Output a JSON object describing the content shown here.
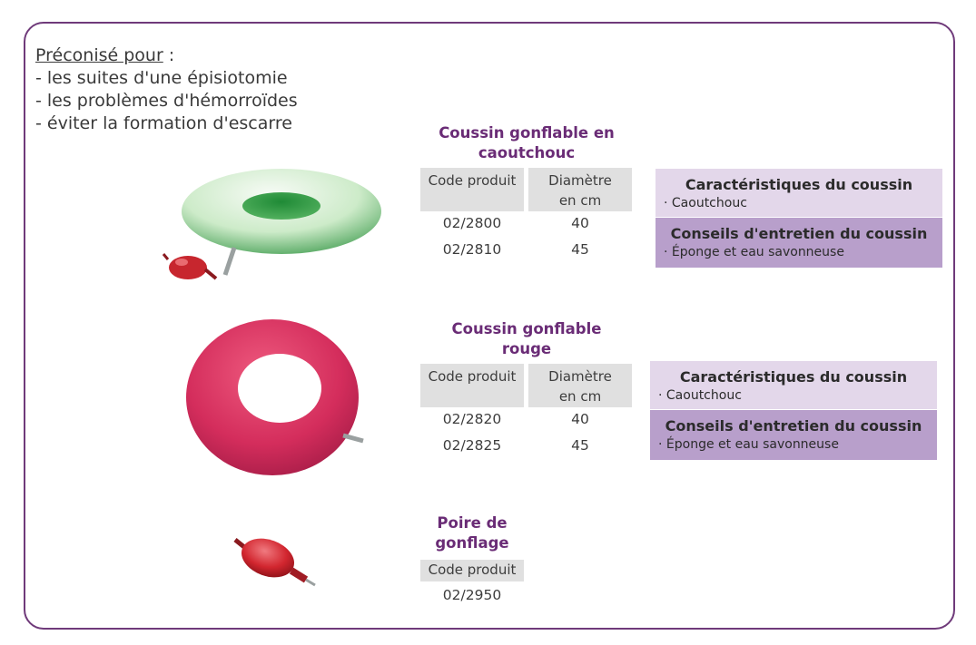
{
  "intro": {
    "heading": "Préconisé pour",
    "heading_suffix": " :",
    "items": [
      "- les suites d'une épisiotomie",
      "- les problèmes d'hémorroïdes",
      "- éviter la formation d'escarre"
    ]
  },
  "products": [
    {
      "title_line1": "Coussin gonflable en",
      "title_line2": "caoutchouc",
      "col_code": "Code produit",
      "col_diam_line1": "Diamètre",
      "col_diam_line2": "en cm",
      "rows": [
        {
          "code": "02/2800",
          "diam": "40"
        },
        {
          "code": "02/2810",
          "diam": "45"
        }
      ],
      "features_title": "Caractéristiques du coussin",
      "features_item": "· Caoutchouc",
      "care_title": "Conseils d'entretien du coussin",
      "care_item": "· Éponge et eau savonneuse"
    },
    {
      "title_line1": "Coussin gonflable rouge",
      "col_code": "Code produit",
      "col_diam_line1": "Diamètre",
      "col_diam_line2": "en cm",
      "rows": [
        {
          "code": "02/2820",
          "diam": "40"
        },
        {
          "code": "02/2825",
          "diam": "45"
        }
      ],
      "features_title": "Caractéristiques du coussin",
      "features_item": "· Caoutchouc",
      "care_title": "Conseils d'entretien du coussin",
      "care_item": "· Éponge et eau savonneuse"
    },
    {
      "title_line1": "Poire de",
      "title_line2": "gonflage",
      "col_code": "Code produit",
      "rows": [
        {
          "code": "02/2950"
        }
      ]
    }
  ],
  "colors": {
    "frame": "#6f3a7a",
    "title": "#6a2c76",
    "header_bg": "#e0e0e0",
    "box_light": "#e3d7ea",
    "box_dark": "#b89fcb"
  }
}
